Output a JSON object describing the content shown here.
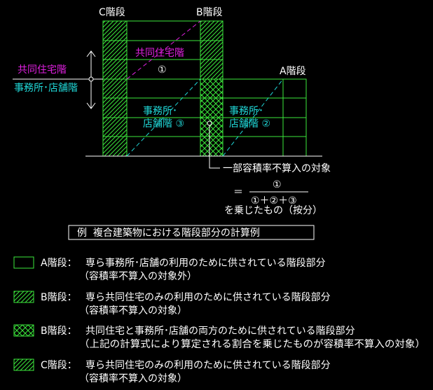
{
  "colors": {
    "background": "#000000",
    "green": "#3CE83C",
    "magenta": "#E020E0",
    "cyan": "#20D8D8",
    "white": "#FFFFFF"
  },
  "stairs": {
    "c": "C階段",
    "b": "B階段",
    "a": "A階段"
  },
  "zones": {
    "residential_label": "共同住宅階",
    "office_label": "事務所･店舗階",
    "residential_part": "共同住宅階",
    "part1": "①",
    "office_left_line1": "事務所･",
    "office_left_line2": "店舗階 ③",
    "office_right_line1": "事務所･",
    "office_right_line2": "店舗階 ②"
  },
  "formula": {
    "callout": "一部容積率不算入の対象",
    "equals": "＝",
    "numerator": "①",
    "denominator": "①＋②＋③",
    "note": "を乗じたもの（按分）"
  },
  "caption": "例  複合建築物における階段部分の計算例",
  "legend": [
    {
      "icon": "empty-green-box",
      "label": "A階段：",
      "line1": "専ら事務所･店舗の利用のために供されている階段部分",
      "line2": "（容積率不算入の対象外）"
    },
    {
      "icon": "diagonal-hatch-box",
      "label": "B階段：",
      "line1": "専ら共同住宅のみの利用のために供されている階段部分",
      "line2": "（容積率不算入の対象）"
    },
    {
      "icon": "cross-hatch-box",
      "label": "B階段：",
      "line1": "共同住宅と事務所･店舗の両方のために供されている階段部分",
      "line2": "（上記の計算式により算定される割合を乗じたものが容積率不算入の対象）"
    },
    {
      "icon": "diagonal-hatch-box",
      "label": "C階段：",
      "line1": "専ら共同住宅のみの利用のために供されている階段部分",
      "line2": "（容積率不算入の対象）"
    }
  ]
}
